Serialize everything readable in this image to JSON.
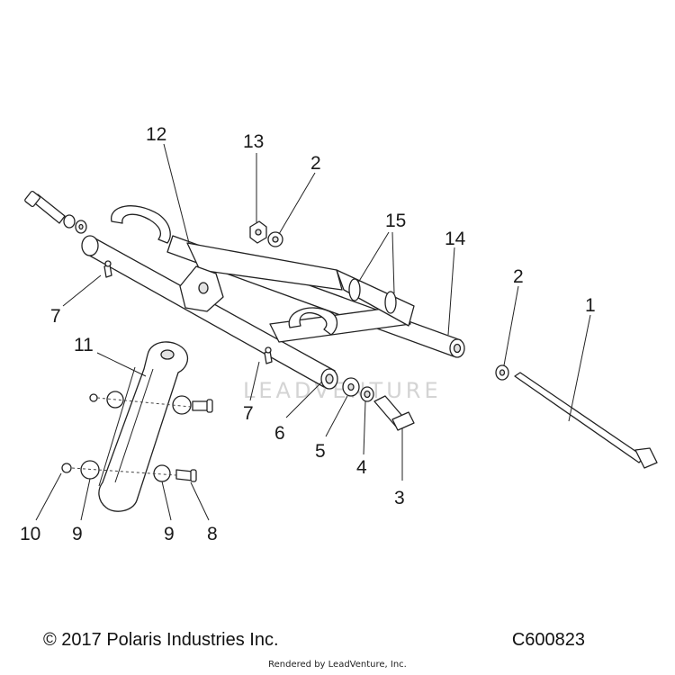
{
  "callouts": {
    "c1": "1",
    "c2a": "2",
    "c2b": "2",
    "c3": "3",
    "c4": "4",
    "c5": "5",
    "c6": "6",
    "c7a": "7",
    "c7b": "7",
    "c8": "8",
    "c9a": "9",
    "c9b": "9",
    "c10": "10",
    "c11": "11",
    "c12": "12",
    "c13": "13",
    "c14": "14",
    "c15": "15"
  },
  "watermark": "LEADVENTURE",
  "footer": {
    "copyright": "© 2017 Polaris Industries Inc.",
    "diagram_code": "C600823",
    "rendered_by": "Rendered by LeadVenture, Inc."
  }
}
